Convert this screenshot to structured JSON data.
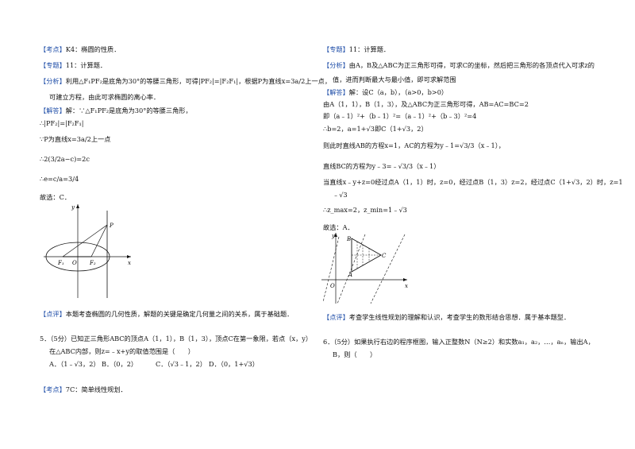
{
  "left": {
    "l1": "【考点】K4：椭圆的性质．",
    "l2": "【专题】11：计算题．",
    "l3": "【分析】利用△F₁PF₂是底角为30°的等腰三角形，可得|PF₂|=|F₂F₁|，根据P为直线x=3a/2上一点，",
    "l4": "可建立方程，由此可求椭圆的离心率．",
    "l5": "【解答】解：∵△F₁PF₂是底角为30°的等腰三角形，",
    "l6": "∴|PF₂|=|F₂F₁|",
    "l7": "∵P为直线x=3a/2上一点",
    "l8": "∴2(3/2a−c)=2c",
    "l9": "∴e=c/a=3/4",
    "l10": "故选：C．",
    "l11": "【点评】本题考查椭圆的几何性质，解题的关键是确定几何量之间的关系，属于基础题．",
    "q5a": "5．（5分）已知正三角形ABC的顶点A（1，1），B（1，3），顶点C在第一象限，若点（x，y）",
    "q5b": "在△ABC内部，则z=﹣x+y的取值范围是（　　）",
    "q5A": "A．（1﹣√3，2）",
    "q5B": "B．（0，2）",
    "q5C": "C．（√3﹣1，2）",
    "q5D": "D．（0，1+√3）",
    "l12": "【考点】7C：简单线性规划．"
  },
  "right": {
    "r1": "【专题】11：计算题．",
    "r2": "【分析】由A，B及△ABC为正三角形可得，可求C的坐标，然后把三角形的各顶点代入可求z的",
    "r3": "值，进而判断最大与最小值，即可求解范围",
    "r4": "【解答】解：设C（a，b），（a>0，b>0）",
    "r5": "由A（1，1），B（1，3），及△ABC为正三角形可得，AB=AC=BC=2",
    "r6": "即（a﹣1）²+（b﹣1）²=（a﹣1）²+（b﹣3）²=4",
    "r7": "∴b=2，a=1+√3即C（1+√3，2）",
    "r8": "则此时直线AB的方程x=1，AC的方程为y﹣1=√3/3（x﹣1），",
    "r9": "直线BC的方程为y﹣3=﹣√3/3（x﹣1）",
    "r10": "当直线x﹣y+z=0经过点A（1，1）时，z=0，经过点B（1，3）z=2，经过点C（1+√3，2）时，z=1",
    "r11": "﹣√3",
    "r12": "∴z_max=2，z_min=1﹣√3",
    "r13": "故选：A．",
    "r14": "【点评】考查学生线性规划的理解和认识，考查学生的数形结合思想．属于基本题型．",
    "q6a": "6．（5分）如果执行右边的程序框图，输入正整数N（N≥2）和实数a₁，a₂，…，aₙ，输出A，",
    "q6b": "B，则（　　）"
  },
  "fig1": {
    "y": "y",
    "x": "x",
    "p": "P",
    "f1": "F₁",
    "o": "O",
    "f2": "F₂"
  },
  "fig2": {
    "y": "y",
    "x": "x",
    "b": "B",
    "c": "C",
    "a": "A",
    "o": "O"
  },
  "colors": {
    "tag": "#1f4ea8"
  }
}
